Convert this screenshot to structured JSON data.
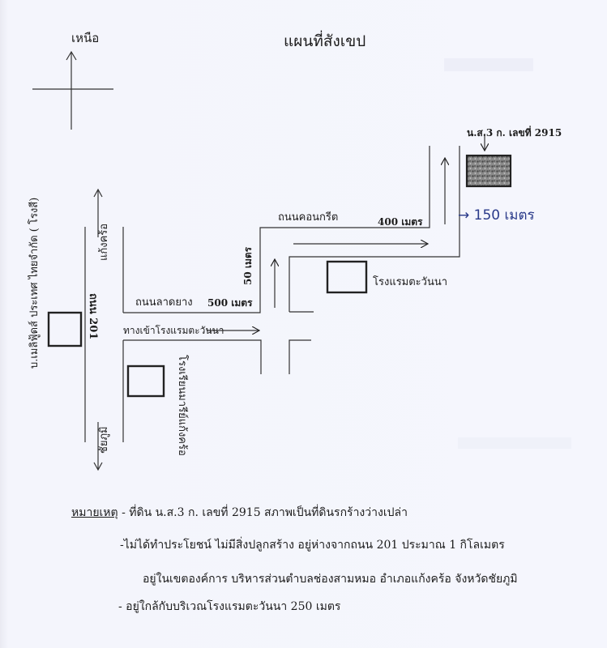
{
  "map": {
    "title": "แผนที่สังเขป",
    "north_label": "เหนือ",
    "plot": {
      "label": "น.ส.3 ก. เลขที่ 2915",
      "handwritten_distance": "→ 150 เมตร"
    },
    "roads": {
      "highway": "ถนน 201",
      "to_north": "แก้งคร้อ",
      "to_south": "ชัยภูมิ",
      "asphalt": "ถนนลาดยาง",
      "asphalt_distance": "500 เมตร",
      "concrete": "ถนนคอนกรีต",
      "concrete_distance": "400 เมตร",
      "connector_distance": "50 เมตร",
      "hotel_entrance": "ทางเข้าโรงแรมตะวันนา"
    },
    "landmarks": {
      "company": "บ.เมลิฟู้ดส์ ประเทศ ไทยจำกัด ( โรงสี)",
      "school": "โรงเรียนมารีย์แก้งคร้อ",
      "hotel": "โรงแรมตะวันนา"
    }
  },
  "notes": {
    "heading": "หมายเหตุ",
    "lines": [
      " - ที่ดิน น.ส.3 ก. เลขที่ 2915 สภาพเป็นที่ดินรกร้างว่างเปล่า",
      "-ไม่ได้ทำประโยชน์  ไม่มีสิ่งปลูกสร้าง อยู่ห่างจากถนน 201 ประมาณ 1 กิโลเมตร",
      "อยู่ในเขตองค์การ บริหารส่วนตำบลช่องสามหมอ อำเภอแก้งคร้อ จังหวัดชัยภูมิ",
      "- อยู่ใกล้กับบริเวณโรงแรมตะวันนา 250 เมตร"
    ]
  }
}
